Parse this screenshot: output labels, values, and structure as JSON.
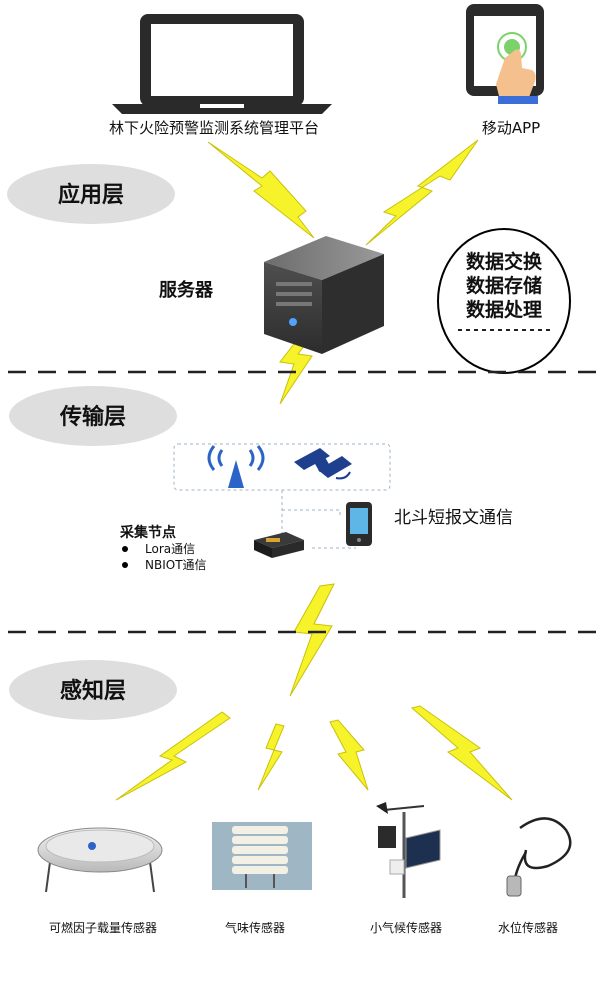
{
  "top": {
    "platform_label": "林下火险预警监测系统管理平台",
    "app_label": "移动APP"
  },
  "layers": {
    "application": "应用层",
    "transport": "传输层",
    "perception": "感知层"
  },
  "server": {
    "label": "服务器",
    "functions": [
      "数据交换",
      "数据存储",
      "数据处理"
    ]
  },
  "transport": {
    "collect_title": "采集节点",
    "collect_items": [
      "Lora通信",
      "NBIOT通信"
    ],
    "beidou_label": "北斗短报文通信"
  },
  "sensors": [
    {
      "label": "可燃因子载量传感器",
      "icon": "disc-sensor-icon"
    },
    {
      "label": "气味传感器",
      "icon": "louvered-shield-icon"
    },
    {
      "label": "小气候传感器",
      "icon": "weather-station-icon"
    },
    {
      "label": "水位传感器",
      "icon": "probe-cable-icon"
    }
  ],
  "colors": {
    "bolt": "#f7f32a",
    "bolt_stroke": "#c9c10a",
    "layer_ellipse": "#dedede",
    "server_body": "#4a4a4a",
    "satellite": "#1f3f8f"
  }
}
